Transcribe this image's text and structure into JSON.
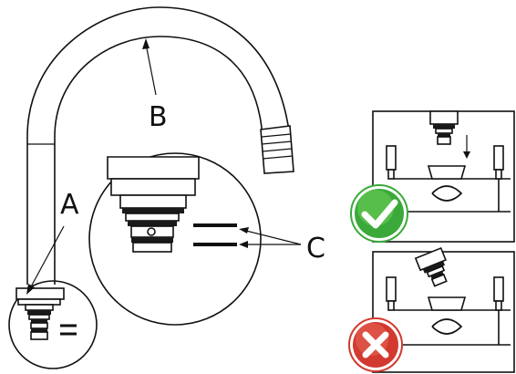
{
  "labels": {
    "a": "A",
    "b": "B",
    "c": "C"
  },
  "icons": {
    "correct": "check-icon",
    "incorrect": "cross-icon"
  },
  "colors": {
    "line": "#111111",
    "correct_green": "#3aa93a",
    "correct_green_light": "#6fcf5a",
    "incorrect_red": "#d23a30",
    "incorrect_red_light": "#e8665a"
  }
}
